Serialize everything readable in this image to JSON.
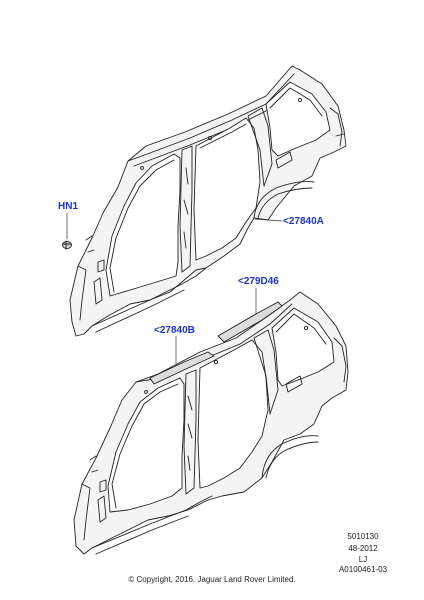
{
  "callouts": {
    "hn1": "HN1",
    "part_a": "<27840A",
    "part_d46": "<279D46",
    "part_b": "<27840B"
  },
  "meta": {
    "line1": "5010130",
    "line2": "48-2012",
    "line3": "LJ",
    "line4": "A0100461-03"
  },
  "copyright": "© Copyright, 2016. Jaguar Land Rover Limited.",
  "colors": {
    "callout": "#1a33cc",
    "line": "#222222",
    "body_fill": "#eeeeee"
  }
}
